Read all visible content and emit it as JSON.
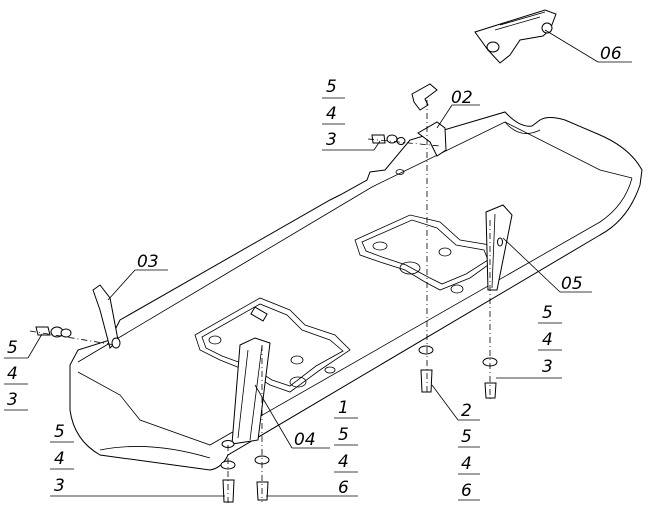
{
  "callouts": {
    "part_02": "02",
    "part_03": "03",
    "part_04": "04",
    "part_05": "05",
    "part_06": "06",
    "stack_top_center": [
      "5",
      "4",
      "3"
    ],
    "stack_left": [
      "5",
      "4",
      "3"
    ],
    "stack_right": [
      "5",
      "4",
      "3"
    ],
    "stack_bottom_left": [
      "5",
      "4",
      "3"
    ],
    "stack_bottom_mid": [
      "1",
      "5",
      "4",
      "6"
    ],
    "stack_bottom_center": [
      "2",
      "5",
      "4",
      "6"
    ]
  }
}
